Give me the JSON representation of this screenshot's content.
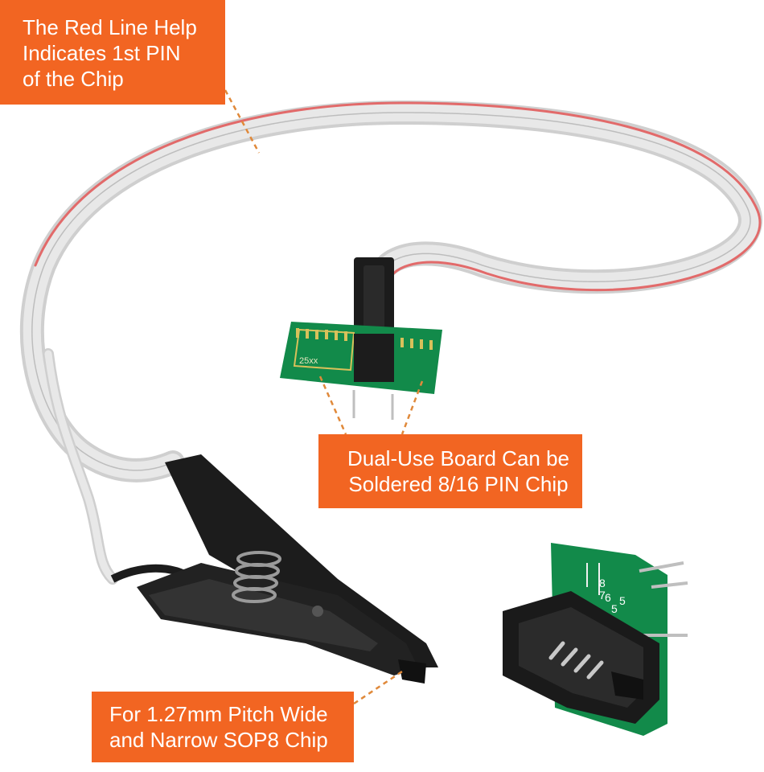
{
  "colors": {
    "callout_bg": "#f26522",
    "callout_text": "#ffffff",
    "leader": "#e0893a",
    "ribbon": "#d9d9d9",
    "ribbon_red": "#e26a6a",
    "pcb": "#128a4a",
    "clip": "#1c1c1c"
  },
  "callouts": {
    "red_line": {
      "lines": [
        "The Red Line Help",
        "Indicates 1st PIN",
        "of the Chip"
      ]
    },
    "dual_use": {
      "lines": [
        "Dual-Use Board Can be",
        "Soldered 8/16 PIN Chip"
      ]
    },
    "pitch": {
      "lines": [
        "For 1.27mm Pitch Wide",
        "and Narrow SOP8 Chip"
      ]
    },
    "board_silkscreen": "25xx",
    "adapter_pin_labels": [
      "7",
      "5",
      "8",
      "6",
      "5"
    ]
  }
}
